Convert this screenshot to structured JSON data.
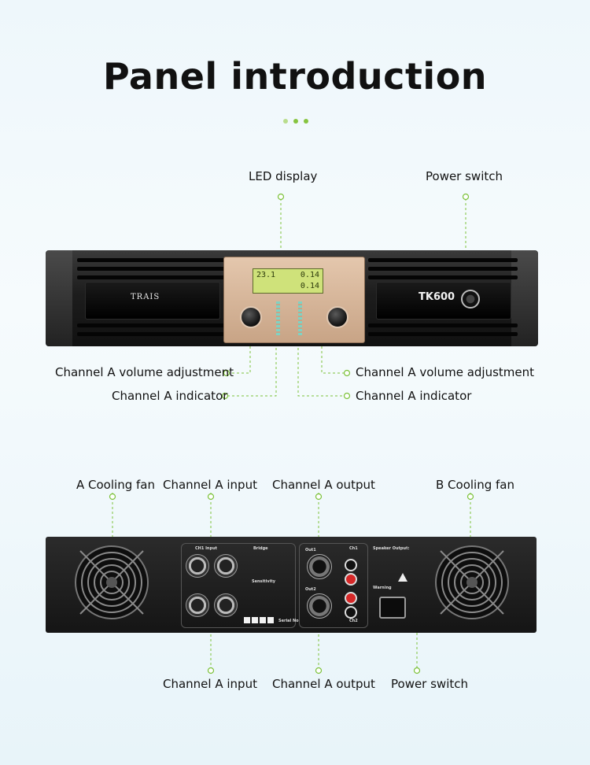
{
  "page": {
    "title": "Panel introduction"
  },
  "front_labels": {
    "led_display": "LED display",
    "power_switch": "Power switch",
    "left_volume": "Channel A volume adjustment",
    "left_indicator": "Channel A indicator",
    "right_volume": "Channel A volume adjustment",
    "right_indicator": "Channel A indicator"
  },
  "rear_labels": {
    "a_cooling_fan": "A Cooling fan",
    "channel_input_top": "Channel A input",
    "channel_output_top": "Channel A output",
    "b_cooling_fan": "B Cooling fan",
    "channel_input_bottom": "Channel A input",
    "channel_output_bottom": "Channel A output",
    "power_switch": "Power switch"
  },
  "device": {
    "brand": "TRAIS",
    "model": "TK600",
    "lcd_line1": "23.1",
    "lcd_line2": "0.14",
    "lcd_line3": "0.14",
    "rear_text": {
      "ch1_input": "CH1 Input",
      "bridge": "Bridge",
      "out1": "Out1",
      "out2": "Out2",
      "ch1": "Ch1",
      "ch2": "Ch2",
      "speaker_output": "Speaker Output:",
      "warning": "Warning",
      "sensitivity": "Sensitivity",
      "serial": "Serial No."
    }
  },
  "colors": {
    "accent_green": "#86c440",
    "accent_light_green": "#b9dd8d",
    "leader_line": "#7cc23a",
    "title_text": "#111111",
    "gold_plate": "#d6b394"
  }
}
